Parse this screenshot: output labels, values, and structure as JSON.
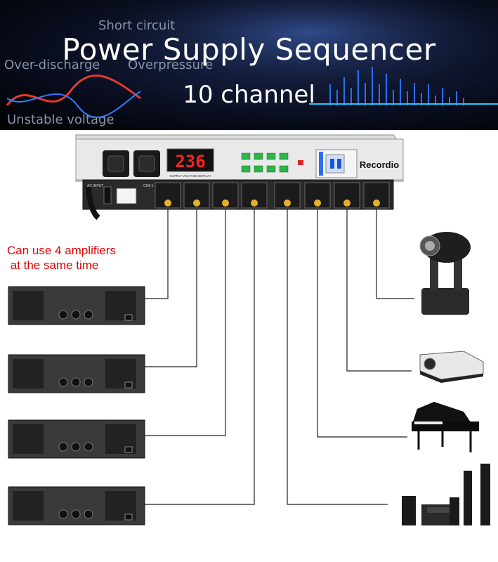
{
  "banner": {
    "title": "Power Supply Sequencer",
    "subtitle": "10 channel",
    "hazards": {
      "short_circuit": "Short circuit",
      "over_discharge": "Over-discharge",
      "overpressure": "Overpressure",
      "unstable_voltage": "Unstable voltage"
    }
  },
  "sequencer": {
    "display_value": "236",
    "display_caption": "SUPPLY VOLTAGE DISPLAY",
    "brand": "Recordio",
    "ac_input_label": "AC INPUT",
    "channel_label": "CH8-1"
  },
  "note": {
    "line1": "Can use 4 amplifiers",
    "line2": " at the same time"
  },
  "amplifiers": [
    {
      "id": "amp-1"
    },
    {
      "id": "amp-2"
    },
    {
      "id": "amp-3"
    },
    {
      "id": "amp-4"
    }
  ],
  "devices": [
    {
      "name": "moving-head-light"
    },
    {
      "name": "projector"
    },
    {
      "name": "grand-piano"
    },
    {
      "name": "home-theater-speakers"
    }
  ],
  "colors": {
    "note": "#e60000",
    "display": "#ff2222",
    "socket_knob": "#e8b02a",
    "wire": "#222222"
  }
}
